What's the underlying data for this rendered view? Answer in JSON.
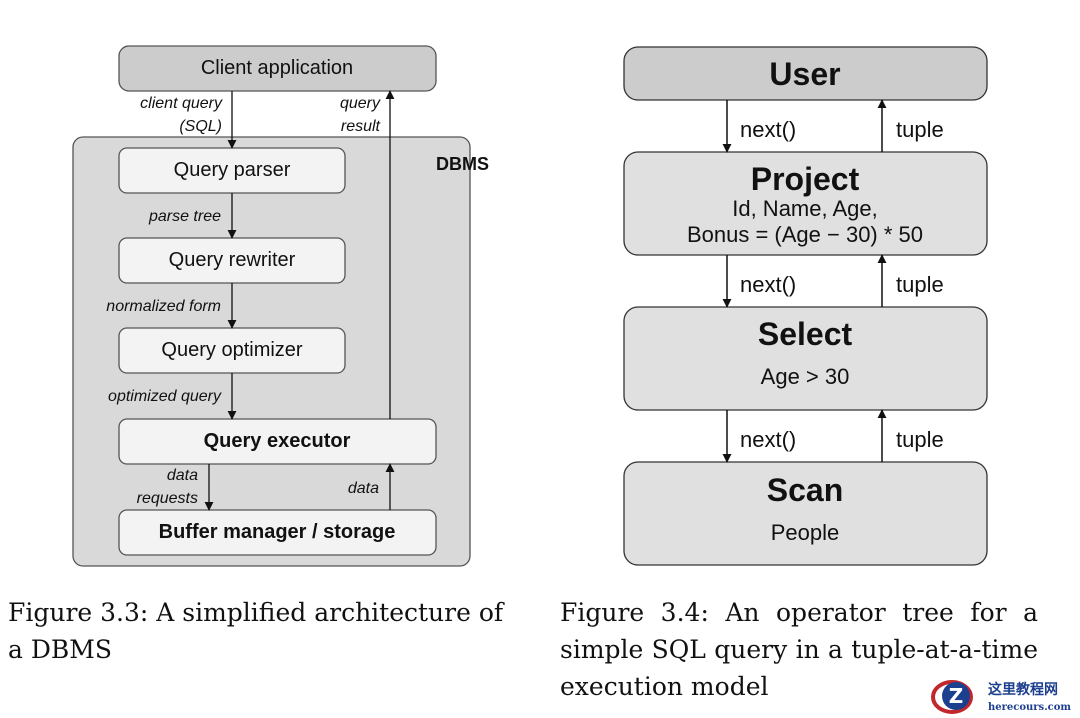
{
  "left_diagram": {
    "client": "Client application",
    "dbms": "DBMS",
    "parser": "Query parser",
    "rewriter": "Query rewriter",
    "optimizer": "Query optimizer",
    "executor": "Query executor",
    "buffer": "Buffer manager / storage",
    "client_query": "client query",
    "sql": "(SQL)",
    "query": "query",
    "result": "result",
    "parse_tree": "parse tree",
    "normalized": "normalized form",
    "optimized": "optimized query",
    "data_req1": "data",
    "data_req2": "requests",
    "data_up": "data"
  },
  "right_diagram": {
    "user": "User",
    "project": "Project",
    "project_l1": "Id, Name, Age,",
    "project_l2": "Bonus = (Age − 30) * 50",
    "select": "Select",
    "select_l1": "Age > 30",
    "scan": "Scan",
    "scan_l1": "People",
    "next": "next()",
    "tuple": "tuple"
  },
  "captions": {
    "fig33": "Figure 3.3: A simplified architecture of a DBMS",
    "fig34": "Figure 3.4: An operator tree for a simple SQL query in a tuple-at-a-time execution model"
  },
  "watermark": {
    "cn": "这里教程网",
    "en": "herecours.com"
  },
  "colors": {
    "dark_box": "#cccccc",
    "dbms_bg": "#d9d9d9",
    "light_box": "#f3f3f3",
    "op_box": "#e0e0e0"
  }
}
